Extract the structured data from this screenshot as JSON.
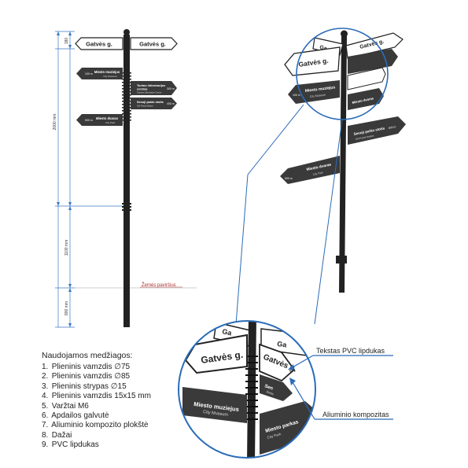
{
  "dimensions": {
    "total": "2000 mm",
    "top": "180",
    "middle": "1100 mm",
    "bottom": "800 mm",
    "ground": "Žemės paviršius"
  },
  "signs": {
    "street": "Gatvės g.",
    "museum": "Miesto muziejus",
    "museum_en": "City Museum",
    "museum_dist": "100 m",
    "tourism_line1": "Turimo informacijos",
    "tourism_line2": "centras",
    "tourism_en": "Tourism Information Centre",
    "tourism_dist": "300 m",
    "station": "Senoji pašto stotis",
    "station_en": "Old Postal Station",
    "station_dist": "400 m",
    "park": "Miesto dvaras",
    "park_en": "City Park",
    "park_dist": "500 m",
    "park_zoom": "Miesto parkas",
    "park_zoom_en": "City Park",
    "partial_top": "Ga",
    "partial_right": "Ga",
    "partial_station": "Sen",
    "partial_station_en": "Stotis"
  },
  "callouts": {
    "pvc_text": "Tekstas PVC lipdukas",
    "aluminium": "Aliuminio kompozitas"
  },
  "materials": {
    "title": "Naudojamos medžiagos:",
    "items": [
      {
        "num": "1.",
        "text": "Plieninis vamzdis ∅75"
      },
      {
        "num": "2.",
        "text": "Plieninis vamzdis ∅85"
      },
      {
        "num": "3.",
        "text": "Plieninis strypas ∅15"
      },
      {
        "num": "4.",
        "text": "Plieninis vamzdis 15x15 mm"
      },
      {
        "num": "5.",
        "text": "Varžtai M6"
      },
      {
        "num": "6.",
        "text": "Apdailos galvutė"
      },
      {
        "num": "7.",
        "text": "Aliuminio kompozito plokštė"
      },
      {
        "num": "8.",
        "text": "Dažai"
      },
      {
        "num": "9.",
        "text": "PVC lipdukas"
      }
    ]
  },
  "colors": {
    "dimension_line": "#3a78c4",
    "callout_line": "#2b6cb8",
    "pole": "#222222",
    "sign_dark": "#3a3a3a",
    "ground_line": "#b03030"
  }
}
